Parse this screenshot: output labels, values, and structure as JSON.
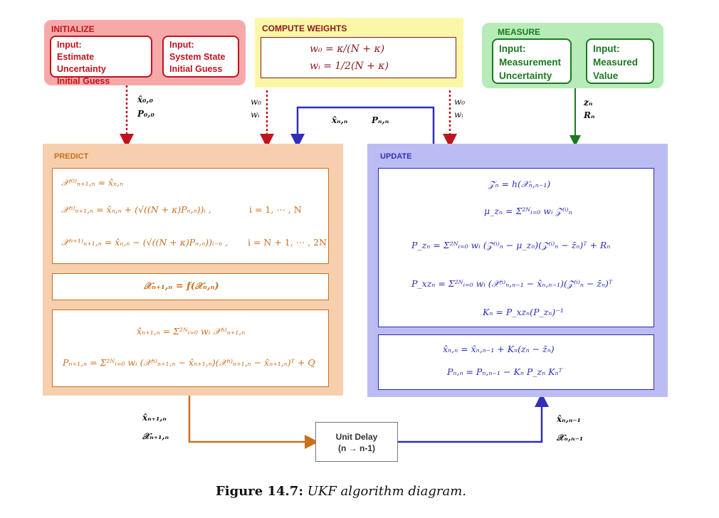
{
  "initialize": {
    "title": "INITIALIZE",
    "box1": [
      "Input:",
      "Estimate Uncertainty",
      "Initial Guess"
    ],
    "box2": [
      "Input:",
      "System State",
      "Initial Guess"
    ],
    "out1": "x̂₀,₀",
    "out2": "P₀,₀"
  },
  "compute_weights": {
    "title": "COMPUTE WEIGHTS",
    "eq1": "w₀ = κ/(N + κ)",
    "eq2": "wᵢ = 1/2(N + κ)"
  },
  "measure": {
    "title": "MEASURE",
    "box1": [
      "Input:",
      "Measurement",
      "Uncertainty"
    ],
    "box2": [
      "Input:",
      "Measured",
      "Value"
    ],
    "out1": "zₙ",
    "out2": "Rₙ"
  },
  "weights_labels": {
    "left": [
      "w₀",
      "wᵢ"
    ],
    "right": [
      "w₀",
      "wᵢ"
    ]
  },
  "feedback_labels": {
    "x": "x̂ₙ,ₙ",
    "p": "Pₙ,ₙ"
  },
  "predict": {
    "title": "PREDICT",
    "sigma": {
      "l1_lhs": "𝒳⁽⁰⁾ₙ₊₁,ₙ = x̂ₙ,ₙ",
      "l2_lhs": "𝒳⁽ⁱ⁾ₙ₊₁,ₙ = x̂ₙ,ₙ + (√((N + κ)Pₙ,ₙ))ᵢ ,",
      "l2_rhs": "i = 1, ⋯ , N",
      "l3_lhs": "𝒳⁽ⁱ⁺¹⁾ₙ₊₁,ₙ = x̂ₙ,ₙ − (√((N + κ)Pₙ,ₙ))ᵢ₋ₙ ,",
      "l3_rhs": "i = N + 1, ⋯ , 2N"
    },
    "propagate": "𝒳ₙ₊₁,ₙ = f(𝒳ₙ,ₙ)",
    "mean": "x̂ₙ₊₁,ₙ = Σ²ᴺᵢ₌₀ wᵢ 𝒳⁽ⁱ⁾ₙ₊₁,ₙ",
    "cov": "Pₙ₊₁,ₙ = Σ²ᴺᵢ₌₀ wᵢ (𝒳⁽ⁱ⁾ₙ₊₁,ₙ − x̂ₙ₊₁,ₙ)(𝒳⁽ⁱ⁾ₙ₊₁,ₙ − x̂ₙ₊₁,ₙ)ᵀ + Q"
  },
  "update": {
    "title": "UPDATE",
    "eq1": "𝒵ₙ = h(𝒳ₙ,ₙ₋₁)",
    "eq2": "μ_zₙ = Σ²ᴺᵢ₌₀ wᵢ 𝒵⁽ⁱ⁾ₙ",
    "eq3": "P_zₙ = Σ²ᴺᵢ₌₀ wᵢ (𝒵⁽ⁱ⁾ₙ − μ_zₙ)(𝒵⁽ⁱ⁾ₙ − z̄ₙ)ᵀ + Rₙ",
    "eq4": "P_xzₙ = Σ²ᴺᵢ₌₀ wᵢ (𝒳⁽ⁱ⁾ₙ,ₙ₋₁ − x̂ₙ,ₙ₋₁)(𝒵⁽ⁱ⁾ₙ − z̄ₙ)ᵀ",
    "eq5": "Kₙ = P_xzₙ(P_zₙ)⁻¹",
    "eq6": "x̂ₙ,ₙ = x̂ₙ,ₙ₋₁ + Kₙ(zₙ − z̄ₙ)",
    "eq7": "Pₙ,ₙ = Pₙ,ₙ₋₁ − Kₙ P_zₙ Kₙᵀ"
  },
  "predict_out": [
    "x̂ₙ₊₁,ₙ",
    "𝒳ₙ₊₁,ₙ"
  ],
  "update_in": [
    "x̂ₙ,ₙ₋₁",
    "𝒳ₙ,ₙ₋₁"
  ],
  "unit_delay": {
    "line1": "Unit Delay",
    "line2": "(n → n-1)"
  },
  "caption": {
    "label": "Figure 14.7:",
    "text": "UKF algorithm diagram."
  },
  "colors": {
    "init_bg": "#f7a9aa",
    "init_dark": "#c0141c",
    "weights_bg": "#fbf7a8",
    "weights_dark": "#8b1a1a",
    "measure_bg": "#b7ecb9",
    "measure_dark": "#1a7a1f",
    "predict_bg": "#f6cfae",
    "predict_dark": "#c8701e",
    "update_bg": "#bcbcf5",
    "update_dark": "#2f2fb8"
  }
}
